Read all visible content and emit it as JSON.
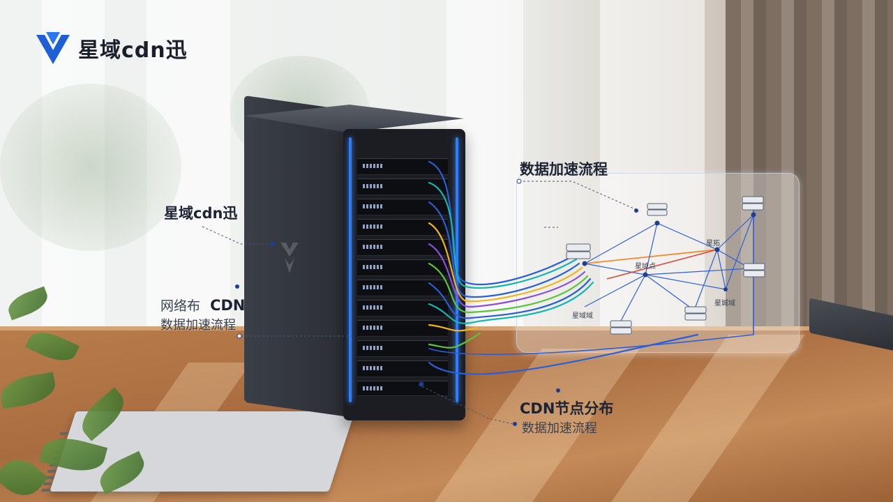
{
  "brand": {
    "name": "星域cdn迅",
    "accent_color": "#1f5fd6",
    "logo_icon": "shield-v-logo-icon"
  },
  "labels": {
    "left_title": "星域cdn迅",
    "left_sub_a": "网络布",
    "left_sub_a_bold": "CDN",
    "left_sub_b": "数据加速流程",
    "top_right_title": "数据加速流程",
    "bottom_right_title": "CDN节点分布",
    "bottom_right_sub": "数据加速流程"
  },
  "network": {
    "node_labels": [
      "星拓",
      "星域点",
      "星域域",
      "星城域"
    ]
  },
  "colors": {
    "cable_blue": "#2a5fd8",
    "cable_teal": "#16b6b0",
    "cable_green": "#5ac43c",
    "cable_yellow": "#f1b41e",
    "cable_purple": "#8a4fd8",
    "link_red": "#d9473a",
    "link_orange": "#f08a2a"
  }
}
